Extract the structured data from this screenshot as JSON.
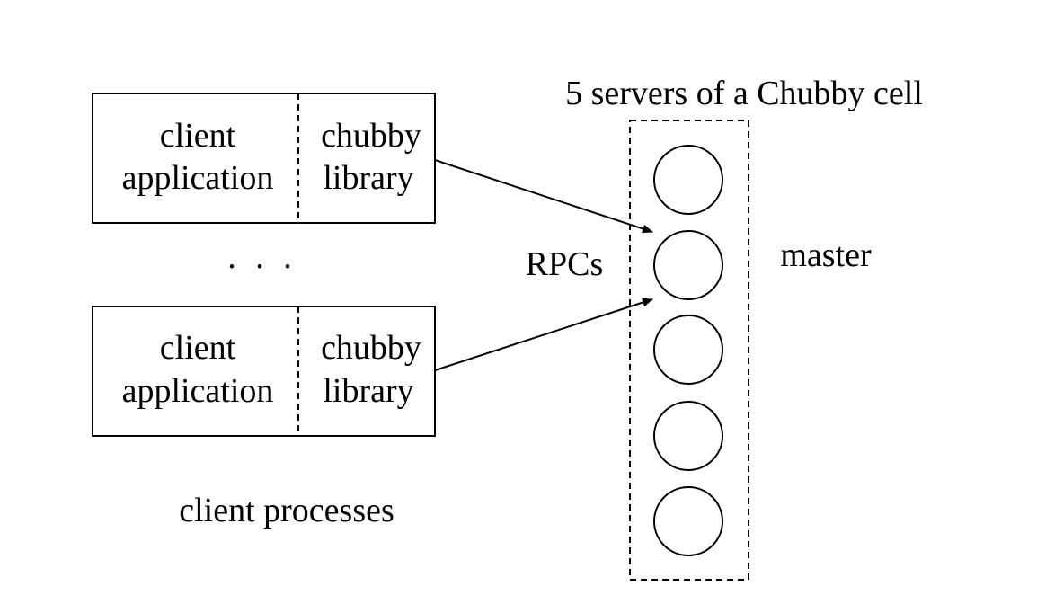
{
  "clients": [
    {
      "app_line1": "client",
      "app_line2": "application",
      "lib_line1": "chubby",
      "lib_line2": "library"
    },
    {
      "app_line1": "client",
      "app_line2": "application",
      "lib_line1": "chubby",
      "lib_line2": "library"
    }
  ],
  "ellipsis": ". . .",
  "client_group_label": "client processes",
  "cell_label": "5 servers of a Chubby cell",
  "rpc_label": "RPCs",
  "master_label": "master",
  "server_count": 5,
  "master_index": 1
}
